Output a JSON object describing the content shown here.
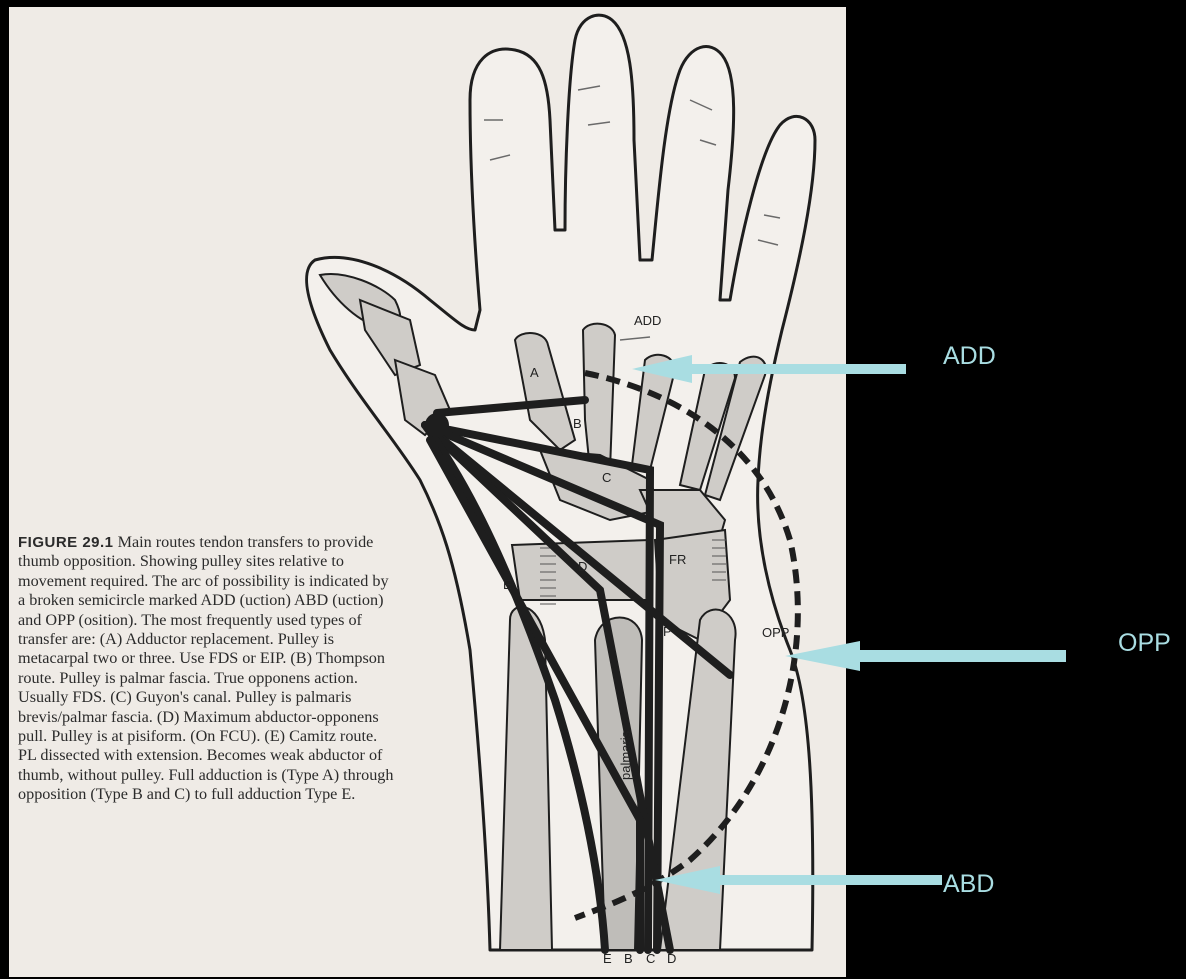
{
  "caption": {
    "figure_label": "FIGURE 29.1",
    "text": "Main routes tendon transfers to provide thumb opposition. Showing pulley sites relative to movement required. The arc of possibility is indicated by a broken semicircle marked ADD (uction) ABD (uction) and OPP (osition). The most frequently used types of transfer are: (A) Adductor replacement. Pulley is metacarpal two or three. Use FDS or EIP. (B) Thompson route. Pulley is palmar fascia. True opponens action. Usually FDS. (C) Guyon's canal. Pulley is palmaris brevis/palmar fascia. (D) Maximum abductor-opponens pull. Pulley is at pisiform. (On FCU). (E) Camitz route. PL dissected with extension. Becomes weak abductor of thumb, without pulley. Full adduction is (Type A) through opposition (Type B and C) to full adduction Type E."
  },
  "diagram_labels": {
    "add": "ADD",
    "a": "A",
    "b": "B",
    "c": "C",
    "d": "D",
    "e": "E",
    "fr": "FR",
    "p": "P",
    "opp": "OPP",
    "palmaris": "palmaris",
    "bottom_e": "E",
    "bottom_b": "B",
    "bottom_c": "C",
    "bottom_d": "D"
  },
  "callouts": {
    "add": "ADD",
    "opp": "OPP",
    "abd": "ABD"
  },
  "colors": {
    "background": "#000000",
    "page": "#efebe6",
    "callout": "#a9dde2",
    "ink": "#1e1e1e",
    "bone": "#cfccc8"
  }
}
